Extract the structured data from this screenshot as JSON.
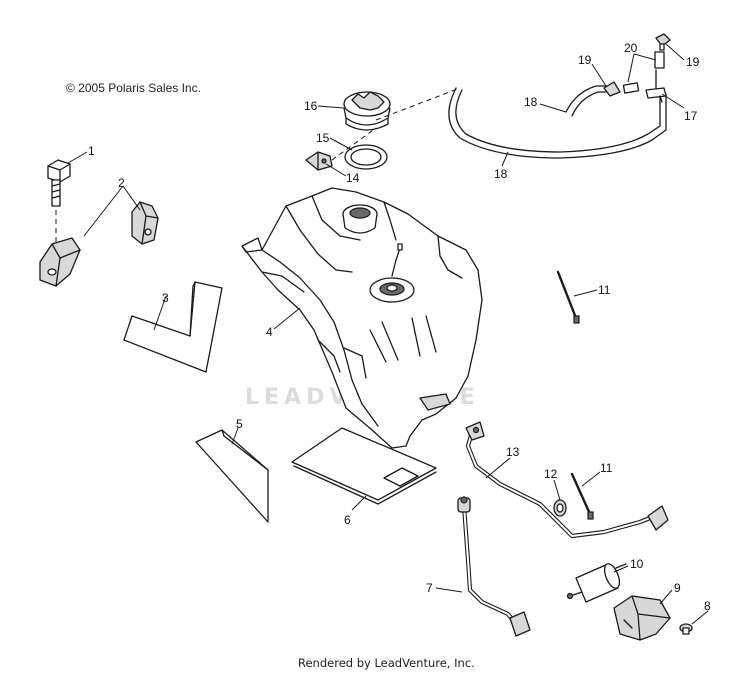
{
  "copyright": "© 2005 Polaris Sales Inc.",
  "watermark": "LEADVENTURE",
  "footer": "Rendered by LeadVenture, Inc.",
  "callouts": {
    "c1": "1",
    "c2": "2",
    "c3": "3",
    "c4": "4",
    "c5": "5",
    "c6": "6",
    "c7": "7",
    "c8": "8",
    "c9": "9",
    "c10": "10",
    "c11a": "11",
    "c11b": "11",
    "c12": "12",
    "c13": "13",
    "c14": "14",
    "c15": "15",
    "c16": "16",
    "c17": "17",
    "c18a": "18",
    "c18b": "18",
    "c19a": "19",
    "c19b": "19",
    "c20": "20"
  }
}
